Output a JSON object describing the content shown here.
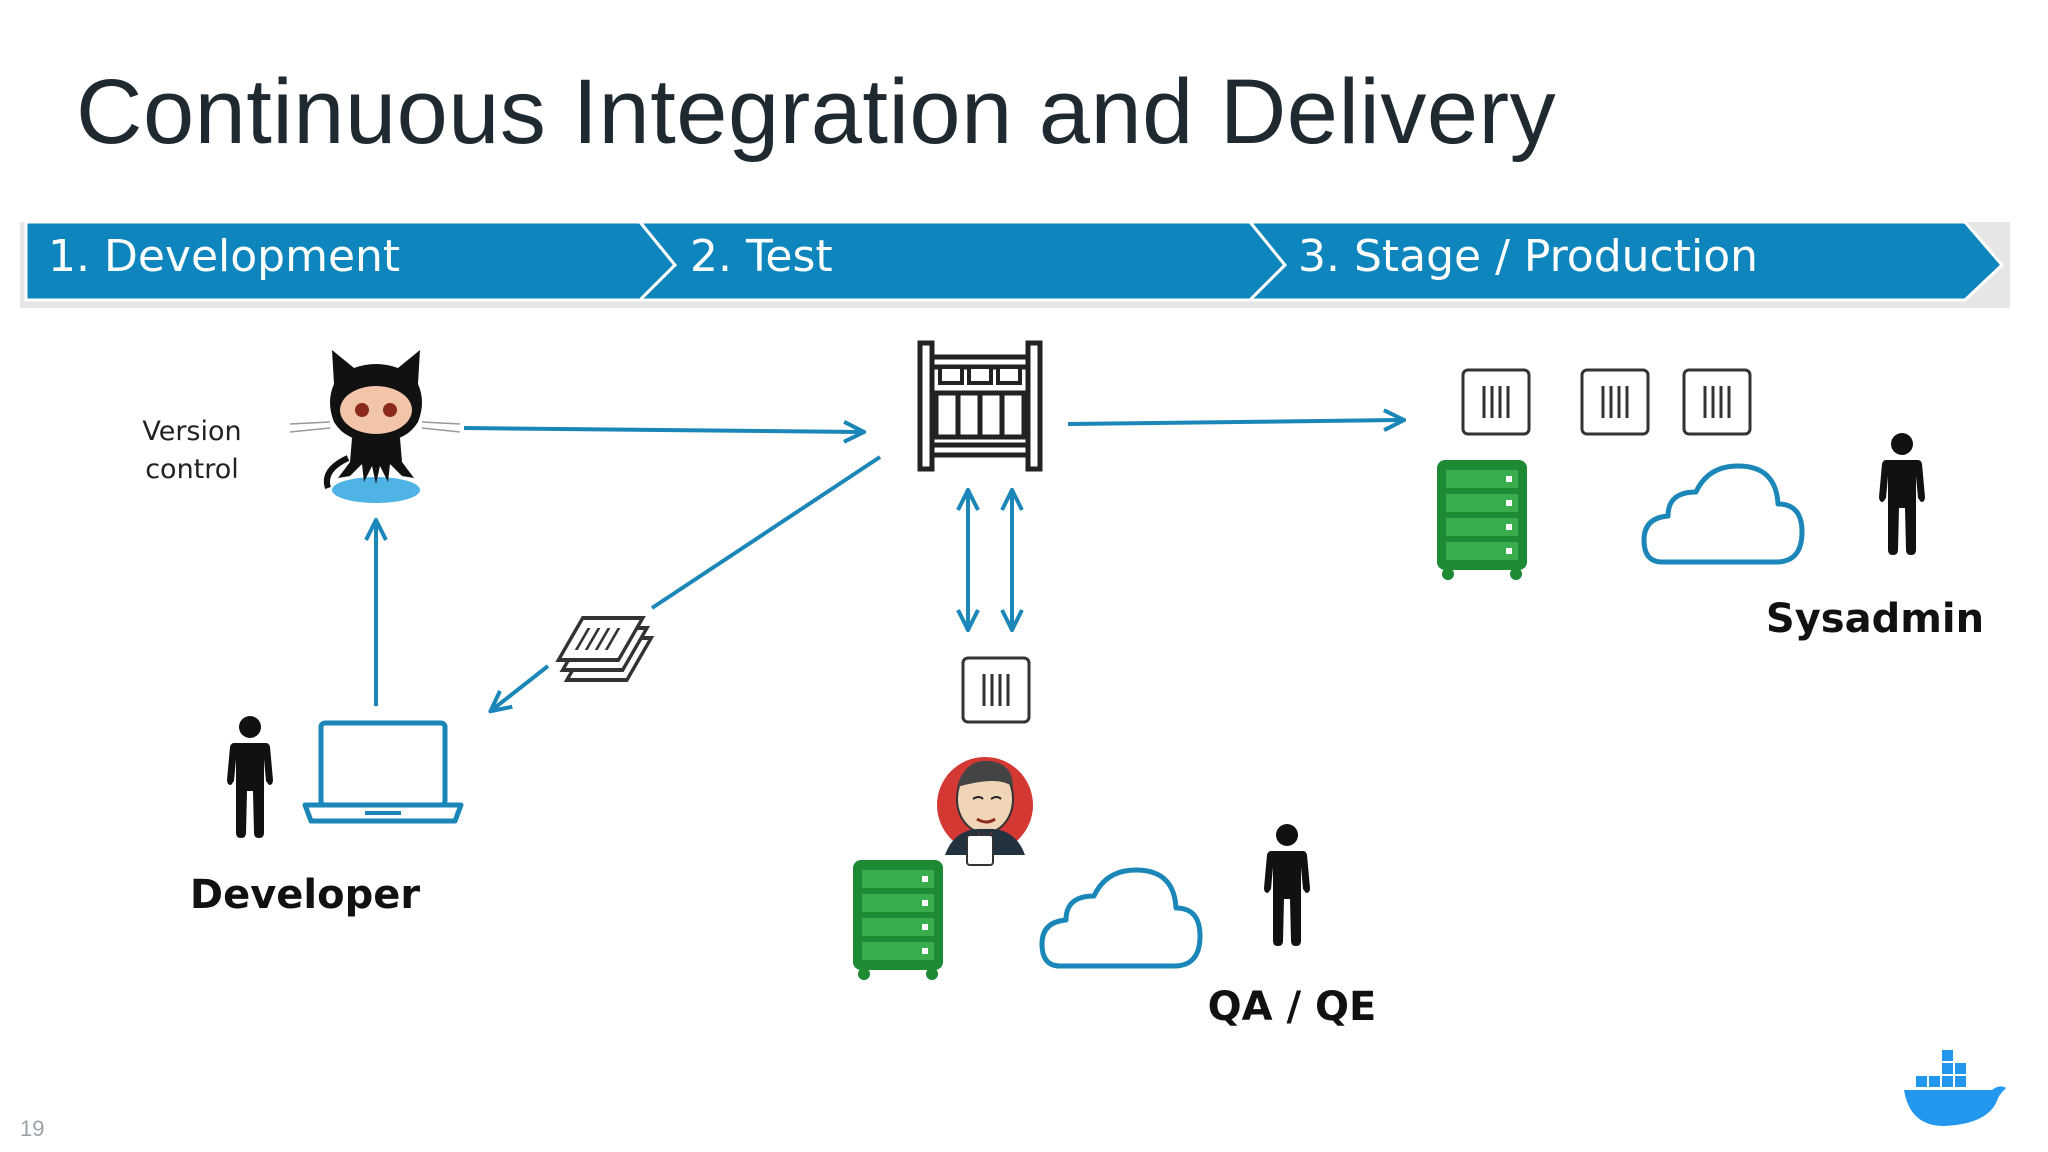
{
  "slide": {
    "title": "Continuous Integration and Delivery",
    "page_number": "19"
  },
  "stages": [
    {
      "label": "1. Development"
    },
    {
      "label": "2. Test"
    },
    {
      "label": "3. Stage / Production"
    }
  ],
  "labels": {
    "version_control_line1": "Version",
    "version_control_line2": "control",
    "developer": "Developer",
    "qa": "QA / QE",
    "sysadmin": "Sysadmin"
  },
  "colors": {
    "banner": "#0e86bd",
    "arrow": "#1a87b8",
    "server": "#1e8a33",
    "cloud": "#1a87b8",
    "person": "#111111"
  },
  "icons": [
    "octocat-icon",
    "laptop-icon",
    "person-icon",
    "registry-icon",
    "container-icon",
    "documents-icon",
    "jenkins-icon",
    "server-icon",
    "cloud-icon",
    "docker-whale-icon"
  ]
}
